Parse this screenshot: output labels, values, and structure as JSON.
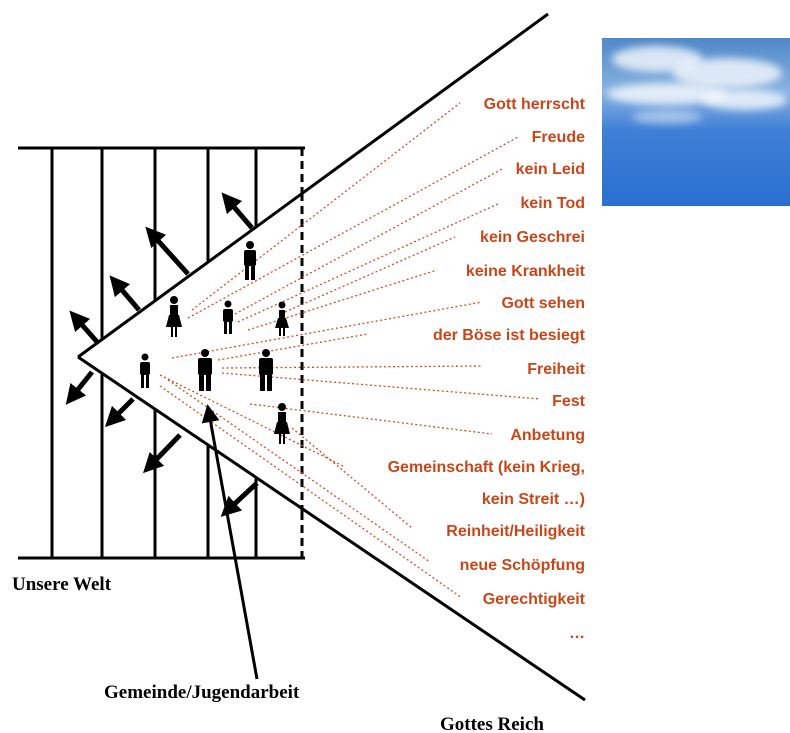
{
  "labels": {
    "world": "Unsere Welt",
    "church": "Gemeinde/Jugendarbeit",
    "kingdom": "Gottes Reich"
  },
  "blessings": [
    "Gott herrscht",
    "Freude",
    "kein Leid",
    "kein Tod",
    "kein Geschrei",
    "keine Krankheit",
    "Gott sehen",
    "der Böse ist besiegt",
    "Freiheit",
    "Fest",
    "Anbetung",
    "Gemeinschaft (kein Krieg,",
    "kein Streit …)",
    "Reinheit/Heiligkeit",
    "neue Schöpfung",
    "Gerechtigkeit",
    "…"
  ],
  "colors": {
    "lines": "#000000",
    "blessing_text": "#c8471a",
    "dotted_connector": "#d05020",
    "sky": "#3f7fd6"
  },
  "image": {
    "sky_picture": "sky-with-clouds"
  }
}
